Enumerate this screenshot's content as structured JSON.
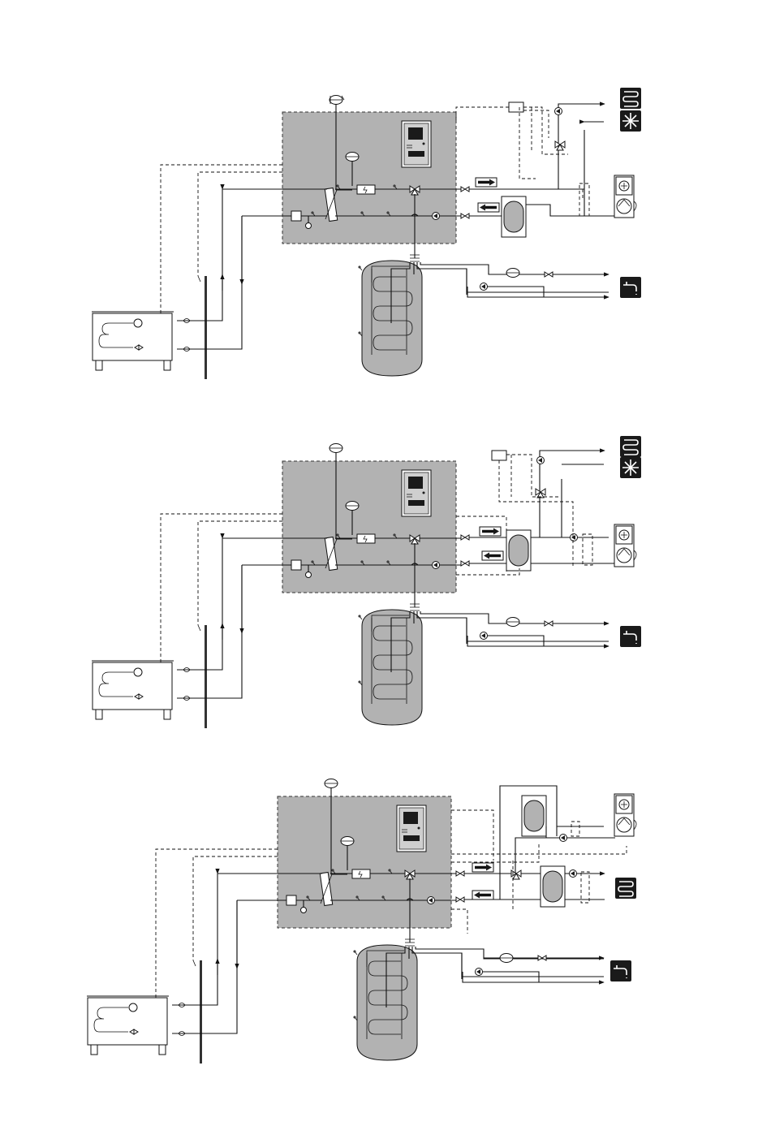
{
  "colors": {
    "unit_fill": "#b2b2b2",
    "line": "#111111",
    "icon_background": "#1a1a1a"
  },
  "diagrams": [
    {
      "id": "diagram-1",
      "circuits": [
        "underfloor-heating",
        "cooling",
        "pool-heating"
      ]
    },
    {
      "id": "diagram-2",
      "circuits": [
        "underfloor-heating",
        "cooling",
        "pool-heating"
      ]
    },
    {
      "id": "diagram-3",
      "circuits": [
        "pool-heating",
        "underfloor-heating"
      ]
    }
  ],
  "icons": [
    "underfloor-heating-icon",
    "cooling-snowflake-icon",
    "pool-heating-icon",
    "hot-water-tap-icon",
    "flow-arrow-icon",
    "return-arrow-icon",
    "circulation-pump-icon",
    "shut-off-valve-icon",
    "three-way-valve-icon",
    "immersion-heater-icon",
    "expansion-vessel-icon",
    "safety-valve-icon",
    "temperature-sensor-icon",
    "control-display-icon"
  ]
}
